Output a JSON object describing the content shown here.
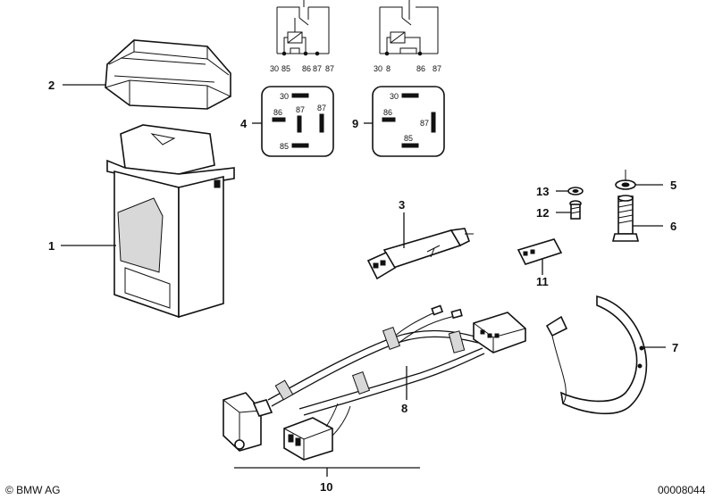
{
  "callouts": {
    "c1": "1",
    "c2": "2",
    "c3": "3",
    "c4": "4",
    "c5": "5",
    "c6": "6",
    "c7": "7",
    "c8": "8",
    "c9": "9",
    "c10": "10",
    "c11": "11",
    "c12": "12",
    "c13": "13"
  },
  "relay_a": {
    "schematic_pins": [
      "30",
      "85",
      "86",
      "87",
      "87"
    ],
    "face_pins": {
      "p30": "30",
      "p86": "86",
      "p87a": "87",
      "p87b": "87",
      "p85": "85"
    }
  },
  "relay_b": {
    "schematic_pins": [
      "30",
      "8",
      "86",
      "87"
    ],
    "face_pins": {
      "p30": "30",
      "p86": "86",
      "p87": "87",
      "p85": "85"
    }
  },
  "footer": {
    "copyright": "© BMW AG",
    "diagram_id": "00008044"
  }
}
